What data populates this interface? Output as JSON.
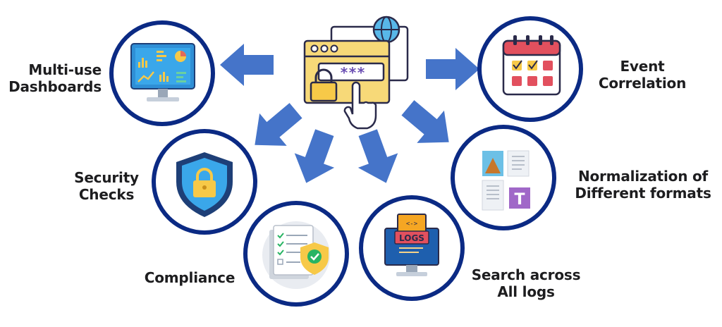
{
  "center": {
    "icon": "secure-login-browser-icon",
    "password_mask": "***"
  },
  "features": [
    {
      "id": "dashboards",
      "icon": "dashboard-monitor-icon",
      "lines": [
        "Multi-use",
        "Dashboards"
      ]
    },
    {
      "id": "event-correlation",
      "icon": "calendar-icon",
      "lines": [
        "Event",
        "Correlation"
      ]
    },
    {
      "id": "security-checks",
      "icon": "shield-lock-icon",
      "lines": [
        "Security",
        "Checks"
      ]
    },
    {
      "id": "normalization",
      "icon": "documents-formats-icon",
      "lines": [
        "Normalization of",
        "Different formats"
      ]
    },
    {
      "id": "compliance",
      "icon": "compliance-checklist-icon",
      "lines": [
        "Compliance"
      ]
    },
    {
      "id": "search-logs",
      "icon": "logs-monitor-icon",
      "lines": [
        "Search across",
        "All logs"
      ],
      "badge": "LOGS"
    }
  ],
  "colors": {
    "ring": "#0b2a84",
    "arrow": "#4574c9",
    "yellow": "#f7c948",
    "purple": "#6b4fb3"
  }
}
